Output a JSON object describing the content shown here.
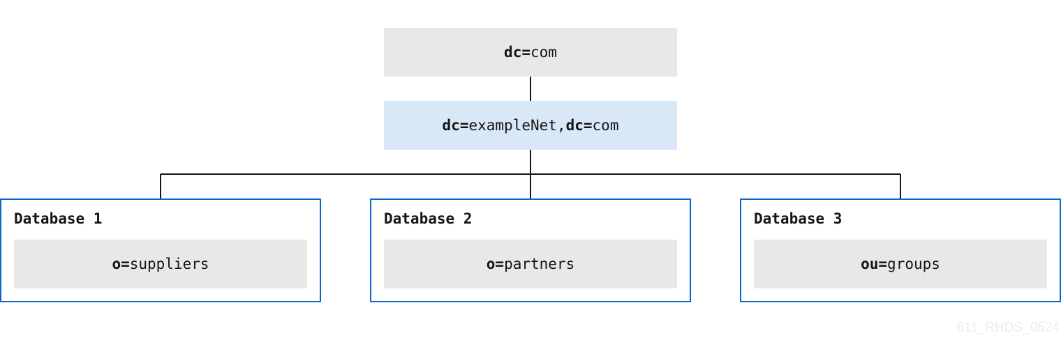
{
  "tree": {
    "root": {
      "attr": "dc",
      "value": "com"
    },
    "suffix": [
      {
        "attr": "dc",
        "value": "exampleNet"
      },
      {
        "attr": "dc",
        "value": "com"
      }
    ],
    "suffix_separator": ",",
    "databases": [
      {
        "title": "Database 1",
        "entry": {
          "attr": "o",
          "value": "suppliers"
        }
      },
      {
        "title": "Database 2",
        "entry": {
          "attr": "o",
          "value": "partners"
        }
      },
      {
        "title": "Database 3",
        "entry": {
          "attr": "ou",
          "value": "groups"
        }
      }
    ]
  },
  "eq": "=",
  "watermark": "611_RHDS_0524",
  "colors": {
    "node_gray": "#e8e8e8",
    "node_blue": "#d9e8f6",
    "database_border": "#0a66cc",
    "line": "#151515"
  }
}
